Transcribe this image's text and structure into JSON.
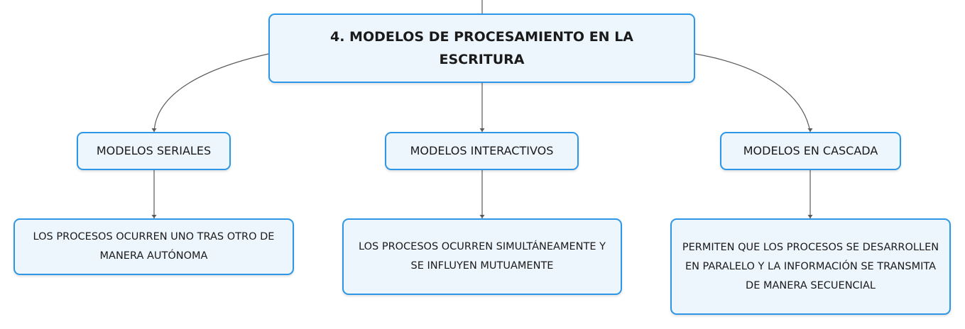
{
  "diagram": {
    "root": {
      "title": "4. MODELOS DE PROCESAMIENTO EN LA ESCRITURA"
    },
    "branches": [
      {
        "label": "MODELOS SERIALES",
        "description": "LOS PROCESOS OCURREN UNO TRAS OTRO DE MANERA AUTÓNOMA"
      },
      {
        "label": "MODELOS INTERACTIVOS",
        "description": "LOS PROCESOS OCURREN SIMULTÁNEAMENTE Y SE INFLUYEN MUTUAMENTE"
      },
      {
        "label": "MODELOS EN CASCADA",
        "description": "PERMITEN QUE LOS PROCESOS SE DESARROLLEN EN PARALELO Y LA INFORMACIÓN SE TRANSMITA DE MANERA SECUENCIAL"
      }
    ],
    "colors": {
      "node_border": "#2e96e6",
      "node_fill": "#eef6fd",
      "connector": "#5a5a5a",
      "text": "#1a1a1a"
    }
  }
}
